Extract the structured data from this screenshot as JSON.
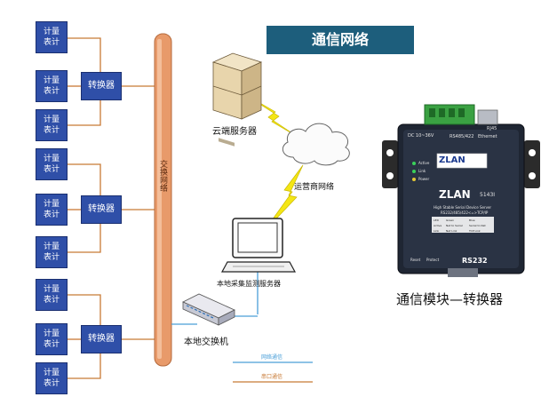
{
  "title": "通信网络",
  "meter_lines": [
    "计量",
    "表计"
  ],
  "converter_label": "转换器",
  "trunk_label": "交换网络",
  "cloud_server_label": "云端服务器",
  "operator_network_label": "运营商网络",
  "local_server_label": "本地采集监测服务器",
  "local_switch_label": "本地交换机",
  "legend": {
    "network": "网络通信",
    "serial": "串口通信"
  },
  "module_caption": "通信模块—转换器",
  "device": {
    "brand": "ZLAN",
    "model": "5143I",
    "subtitle": "High Stable Serial Device Server",
    "spec": "RS232/485/422<=>TCP/IP",
    "port_label": "RS232",
    "ethernet_label": "Ethernet",
    "rj45_label": "RJ45",
    "rs485_label": "RS485/422",
    "power_label": "DC 10~36V",
    "leds": [
      "Active",
      "Link",
      "Power"
    ],
    "bottom_labels": [
      "Reset",
      "Protect"
    ],
    "table": [
      [
        "LED",
        "Green",
        "Blue"
      ],
      [
        "Active",
        "Net to Serial",
        "Serial to Net"
      ],
      [
        "Link",
        "Net Link",
        "TCP Link"
      ]
    ]
  },
  "colors": {
    "network_line": "#4a9fd8",
    "serial_line": "#c87a35",
    "meter_fill": "#2f4fa8",
    "tube": "#e89a6a",
    "title_bg": "#1d5e7c"
  }
}
